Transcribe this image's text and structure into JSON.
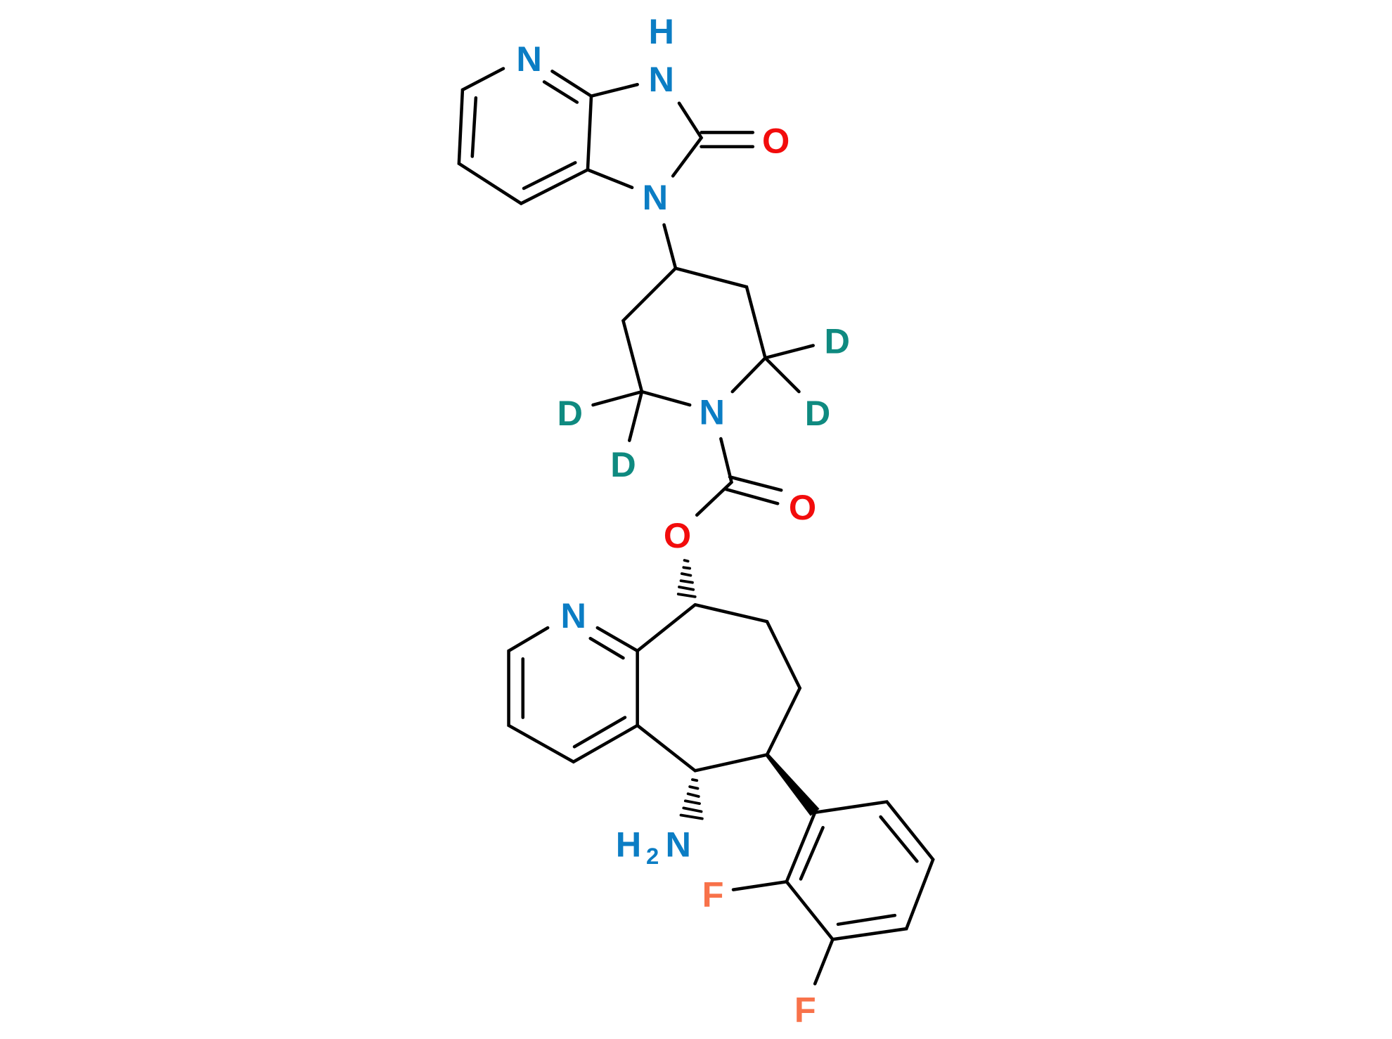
{
  "colors": {
    "N": "#0B7DC4",
    "O": "#F20C0C",
    "D": "#0F8A80",
    "F": "#F8724A",
    "bond": "#000000"
  },
  "atoms": {
    "n_pyr_top": "N",
    "h_nh": "H",
    "n_nh": "N",
    "o_urea": "O",
    "n_imid": "N",
    "d1": "D",
    "d2": "D",
    "d3": "D",
    "d4": "D",
    "n_pip": "N",
    "o_carbonyl": "O",
    "o_ester": "O",
    "n_pyr_bottom": "N",
    "h2n_h": "H",
    "h2n_2": "2",
    "h2n_n": "N",
    "f1": "F",
    "f2": "F"
  }
}
